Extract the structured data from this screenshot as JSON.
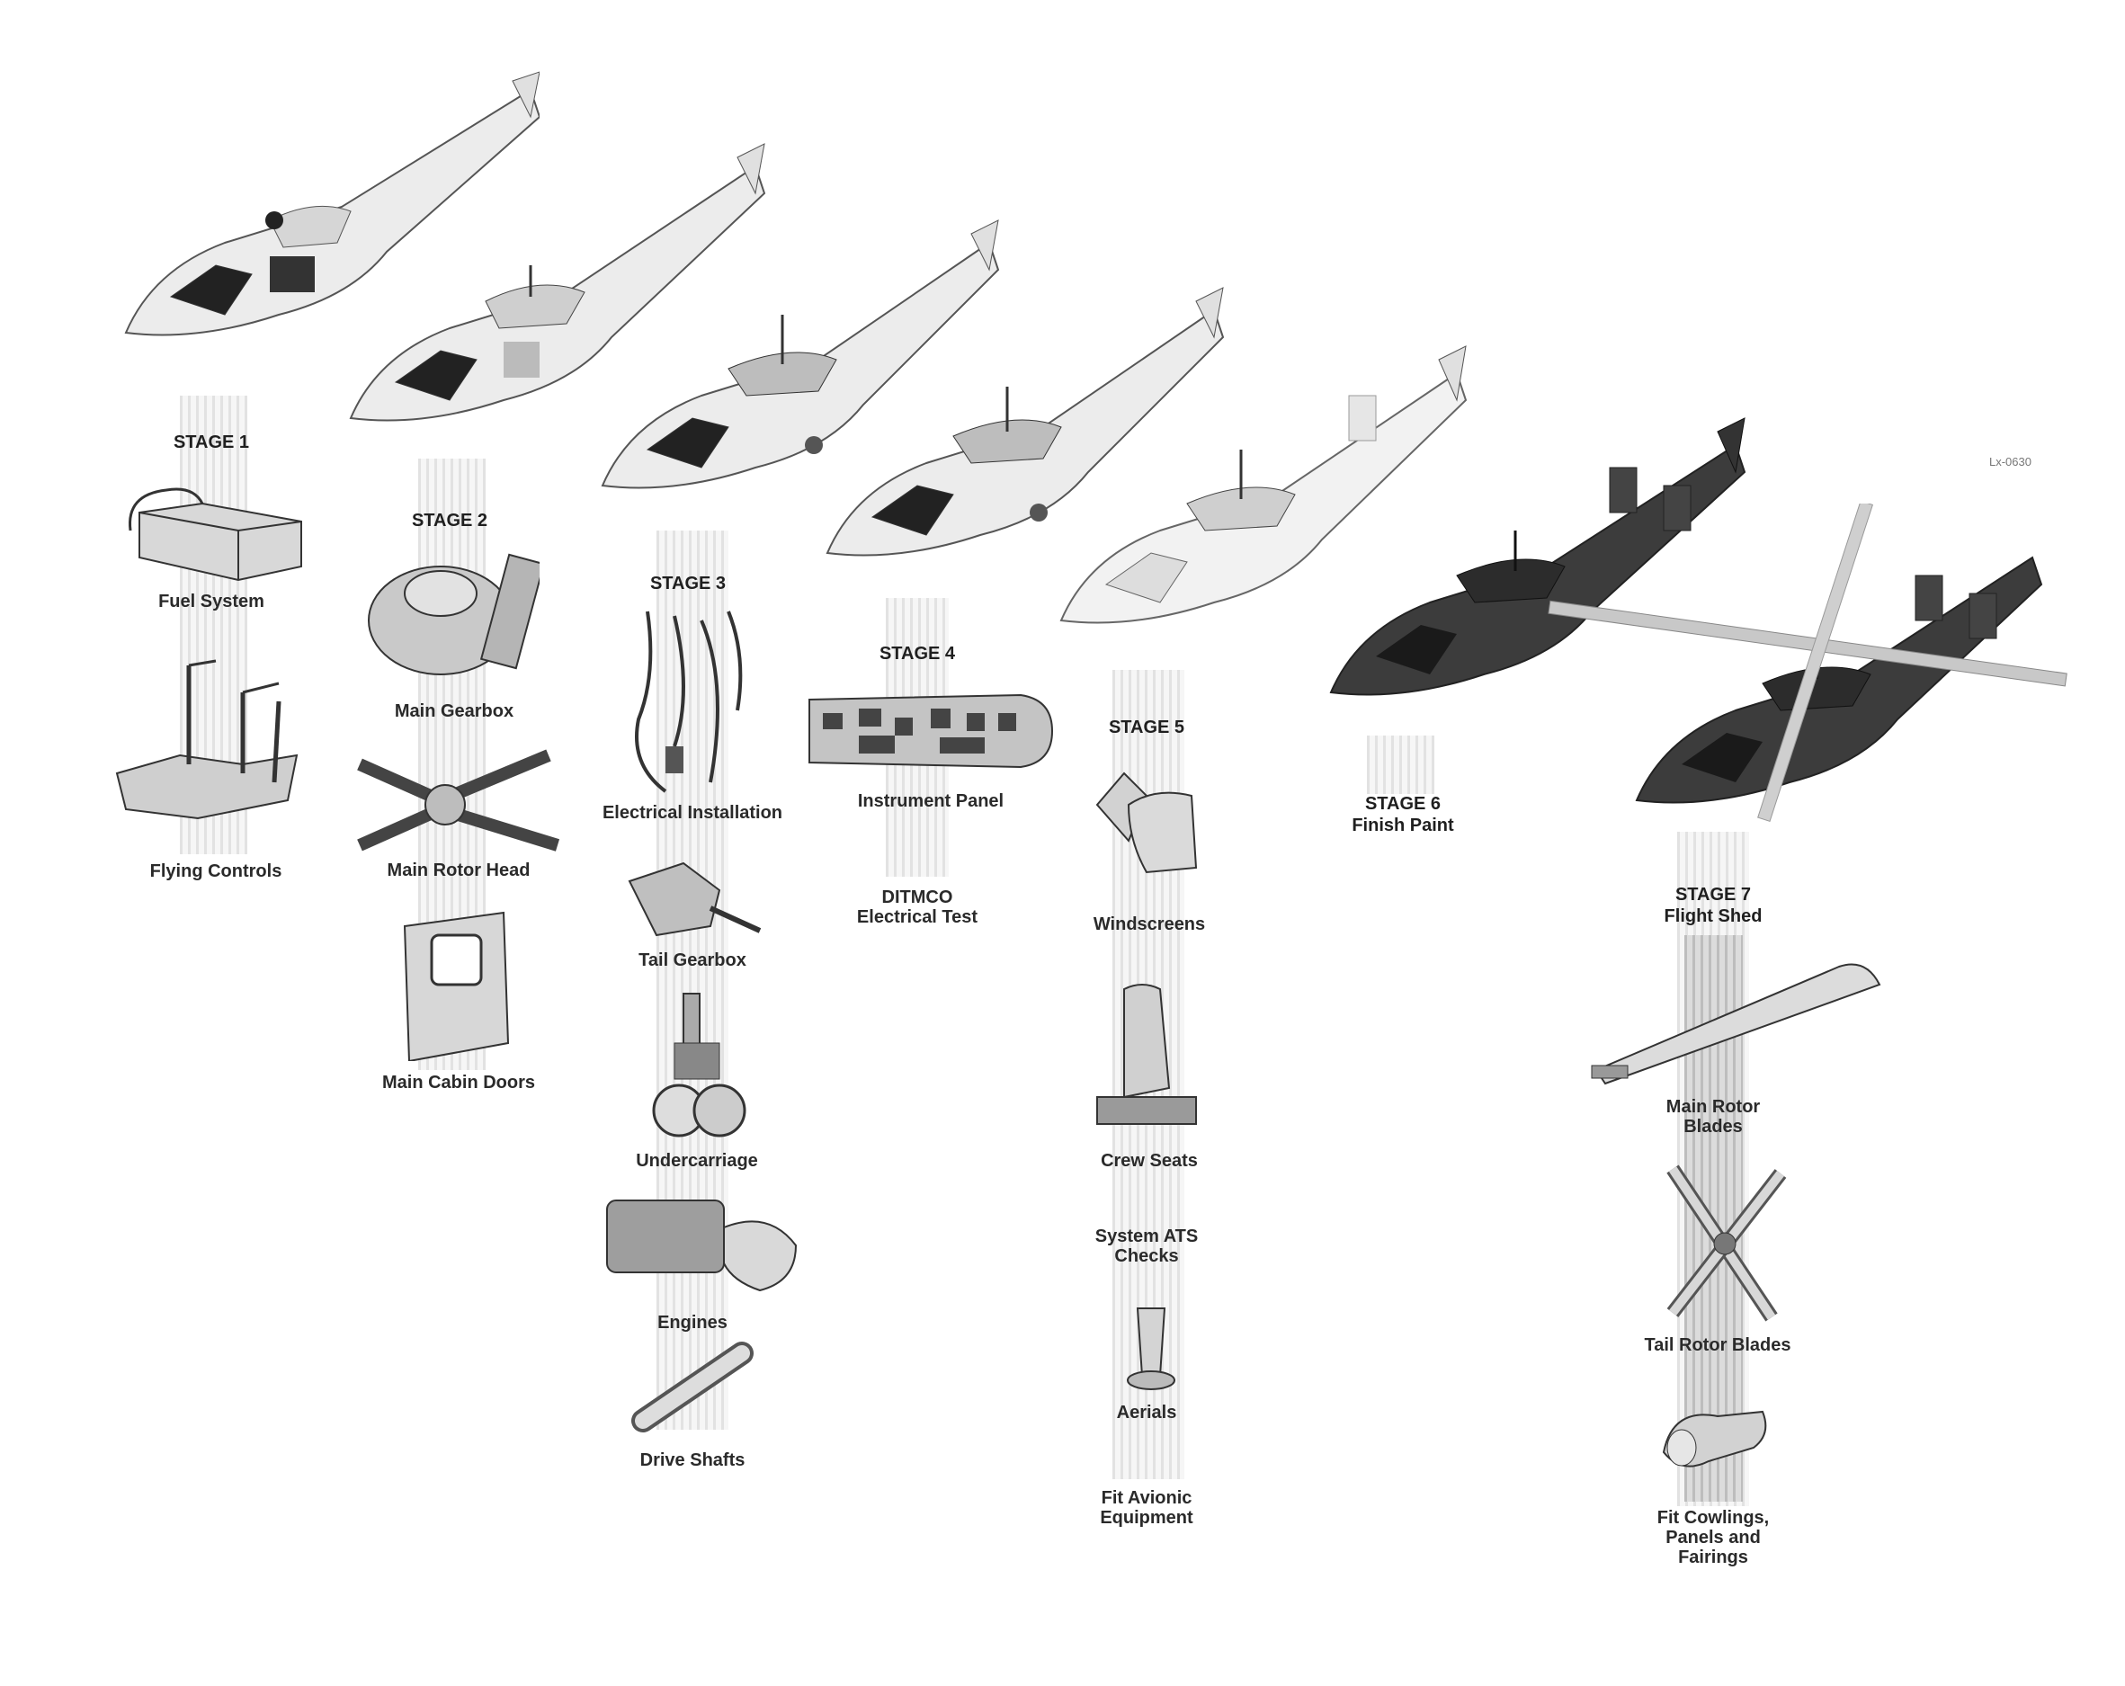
{
  "figure_code": "Lx-0630",
  "stages": [
    {
      "title": "STAGE 1",
      "items": [
        "Fuel System",
        "Flying Controls"
      ]
    },
    {
      "title": "STAGE 2",
      "items": [
        "Main Gearbox",
        "Main Rotor Head",
        "Main Cabin Doors"
      ]
    },
    {
      "title": "STAGE 3",
      "items": [
        "Electrical Installation",
        "Tail Gearbox",
        "Undercarriage",
        "Engines",
        "Drive Shafts"
      ]
    },
    {
      "title": "STAGE 4",
      "items": [
        "Instrument Panel",
        "DITMCO\nElectrical Test"
      ]
    },
    {
      "title": "STAGE 5",
      "items": [
        "Windscreens",
        "Crew Seats",
        "System ATS\nChecks",
        "Aerials",
        "Fit Avionic\nEquipment"
      ]
    },
    {
      "title": "STAGE 6\nFinish Paint",
      "items": []
    },
    {
      "title": "STAGE 7\nFlight Shed",
      "items": [
        "Main Rotor\nBlades",
        "Tail Rotor Blades",
        "Fit Cowlings,\nPanels and\nFairings"
      ]
    }
  ],
  "colors": {
    "airframe_light": "#e8e8e8",
    "airframe_dark": "#3a3a3a",
    "text": "#2a2a2a"
  }
}
